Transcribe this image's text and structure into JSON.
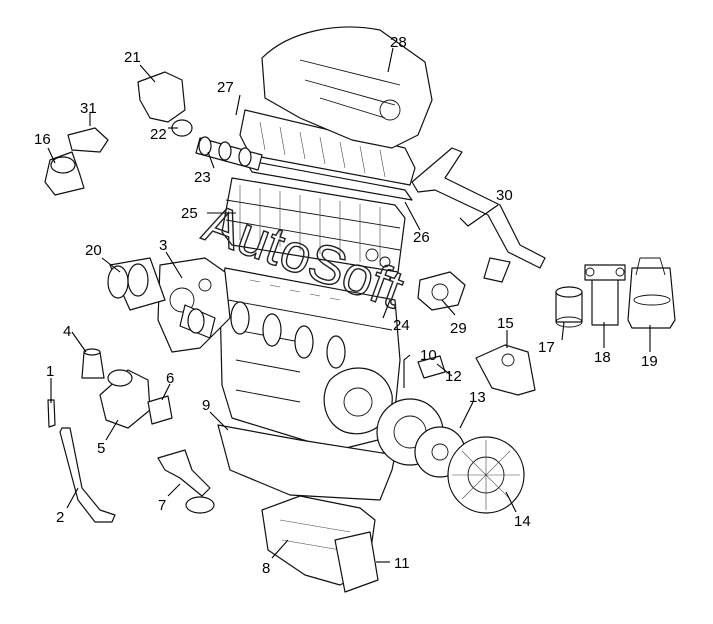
{
  "diagram": {
    "callouts": [
      "1",
      "2",
      "3",
      "4",
      "5",
      "6",
      "7",
      "8",
      "9",
      "10",
      "11",
      "12",
      "13",
      "14",
      "15",
      "16",
      "17",
      "18",
      "19",
      "20",
      "21",
      "22",
      "23",
      "24",
      "25",
      "26",
      "27",
      "28",
      "29",
      "30",
      "31"
    ]
  },
  "watermark": {
    "text": "AutoSoft"
  },
  "colors": {
    "line": "#111111",
    "background": "#ffffff"
  }
}
